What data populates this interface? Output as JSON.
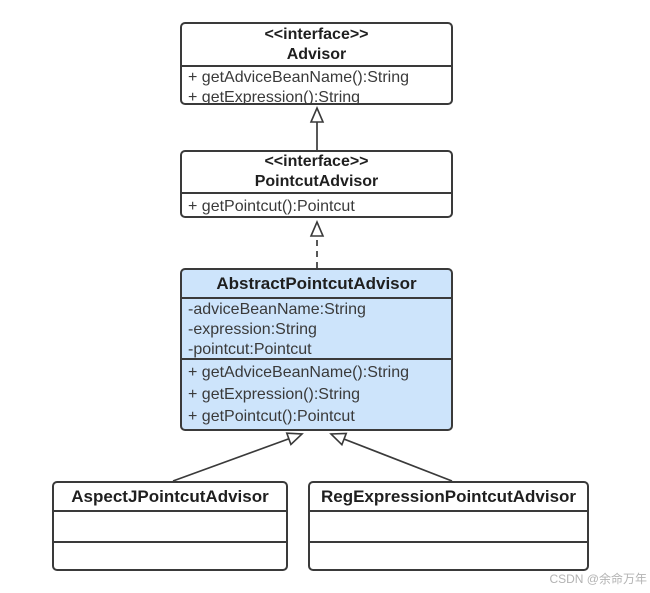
{
  "diagram": {
    "type": "uml-class-diagram",
    "colors": {
      "box_border": "#3a3a3a",
      "default_fill": "#ffffff",
      "highlight_fill": "#cde4fb",
      "title_text": "#1f1f1f",
      "member_text": "#3a3a3a",
      "watermark_text": "#b3b3b3"
    },
    "classes": [
      {
        "id": "advisor",
        "stereotype": "<<interface>>",
        "name": "Advisor",
        "fields": [],
        "methods": [
          "+ getAdviceBeanName():String",
          "+ getExpression():String"
        ]
      },
      {
        "id": "pointcut-advisor",
        "stereotype": "<<interface>>",
        "name": "PointcutAdvisor",
        "fields": [],
        "methods": [
          "+ getPointcut():Pointcut"
        ]
      },
      {
        "id": "abstract-pointcut-advisor",
        "stereotype": "",
        "name": "AbstractPointcutAdvisor",
        "highlighted": true,
        "fields": [
          "-adviceBeanName:String",
          "-expression:String",
          "-pointcut:Pointcut"
        ],
        "methods": [
          "+ getAdviceBeanName():String",
          "+ getExpression():String",
          "+ getPointcut():Pointcut"
        ]
      },
      {
        "id": "aspectj-pointcut-advisor",
        "stereotype": "",
        "name": "AspectJPointcutAdvisor",
        "fields": [],
        "methods": []
      },
      {
        "id": "regexpression-pointcut-advisor",
        "stereotype": "",
        "name": "RegExpressionPointcutAdvisor",
        "fields": [],
        "methods": []
      }
    ],
    "relations": [
      {
        "from": "PointcutAdvisor",
        "to": "Advisor",
        "type": "generalization",
        "line": "solid"
      },
      {
        "from": "AbstractPointcutAdvisor",
        "to": "PointcutAdvisor",
        "type": "realization",
        "line": "dashed"
      },
      {
        "from": "AspectJPointcutAdvisor",
        "to": "AbstractPointcutAdvisor",
        "type": "generalization",
        "line": "solid"
      },
      {
        "from": "RegExpressionPointcutAdvisor",
        "to": "AbstractPointcutAdvisor",
        "type": "generalization",
        "line": "solid"
      }
    ],
    "watermark": "CSDN @余命万年"
  }
}
